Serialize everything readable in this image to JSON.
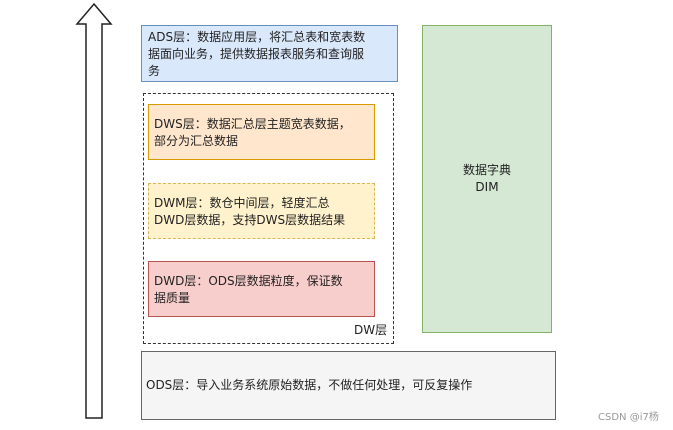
{
  "ads": {
    "line1": "ADS层：数据应用层，将汇总表和宽表数",
    "line2": "据面向业务，提供数据报表服务和查询服",
    "line3": "务"
  },
  "dws": {
    "line1": "DWS层：数据汇总层主题宽表数据，",
    "line2": "部分为汇总数据"
  },
  "dwm": {
    "line1": "DWM层：数仓中间层，轻度汇总",
    "line2": "DWD层数据，支持DWS层数据结果"
  },
  "dwd": {
    "line1": "DWD层：ODS层数据粒度，保证数",
    "line2": "据质量"
  },
  "dw_label": "DW层",
  "dim": {
    "line1": "数据字典",
    "line2": "DIM"
  },
  "ods": {
    "text": "ODS层：导入业务系统原始数据，不做任何处理，可反复操作"
  },
  "watermark": "CSDN @i7杨",
  "colors": {
    "ads_fill": "#dae8fc",
    "ads_border": "#6c8ebf",
    "dws_fill": "#ffe6cc",
    "dws_border": "#d79b00",
    "dwm_fill": "#fff2cc",
    "dwm_border": "#d6b656",
    "dwd_fill": "#f8cecc",
    "dwd_border": "#b85450",
    "dim_fill": "#d5e8d4",
    "dim_border": "#82b366",
    "ods_fill": "#f5f5f5",
    "ods_border": "#666666"
  }
}
